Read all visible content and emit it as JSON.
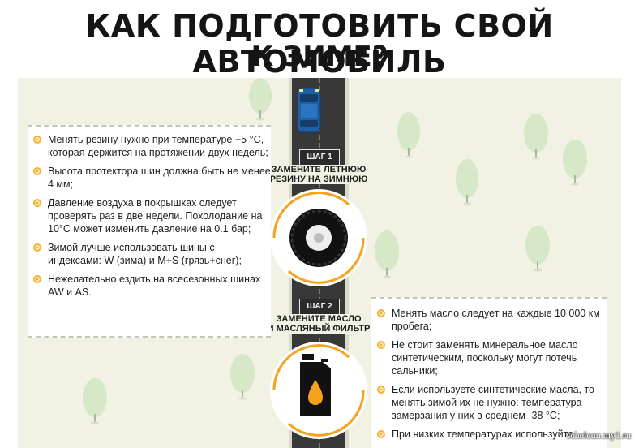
{
  "title": {
    "line1": "КАК ПОДГОТОВИТЬ СВОЙ АВТОМОБИЛЬ",
    "line2": "К ЗИМЕ?"
  },
  "steps": [
    {
      "label": "ШАГ 1",
      "title_line1": "ЗАМЕНИТЕ ЛЕТНЮЮ",
      "title_line2": "РЕЗИНУ НА ЗИМНЮЮ",
      "icon": "tire-icon"
    },
    {
      "label": "ШАГ 2",
      "title_line1": "ЗАМЕНИТЕ МАСЛО",
      "title_line2": "И МАСЛЯНЫЙ ФИЛЬТР",
      "icon": "oil-canister-icon"
    }
  ],
  "tips_left": [
    "Менять резину нужно при температуре +5 °С, которая держится на протяжении двух недель;",
    "Высота протектора шин должна быть не менее 4 мм;",
    "Давление воздуха в покрышках следует проверять раз в две недели. Похолодание на 10°С может изменить давление на 0.1 бар;",
    "Зимой лучше использовать шины с индексами: W (зима) и M+S (грязь+снег);",
    "Нежелательно ездить на всесезонных шинах AW и AS."
  ],
  "tips_right": [
    "Менять масло следует на каждые 10 000 км пробега;",
    "Не стоит заменять минеральное масло синтетическим, поскольку могут потечь сальники;",
    "Если используете синтетические масла, то менять зимой их не нужно: температура замерзания у них в среднем -38 °С;",
    "При низких температурах используйте"
  ],
  "watermark": "schelcun.my1.ru",
  "colors": {
    "accent": "#f5a21e",
    "road": "#383838",
    "field": "#f2f2e4",
    "tree": "#d6e8c8",
    "car": "#1f5fa6"
  }
}
